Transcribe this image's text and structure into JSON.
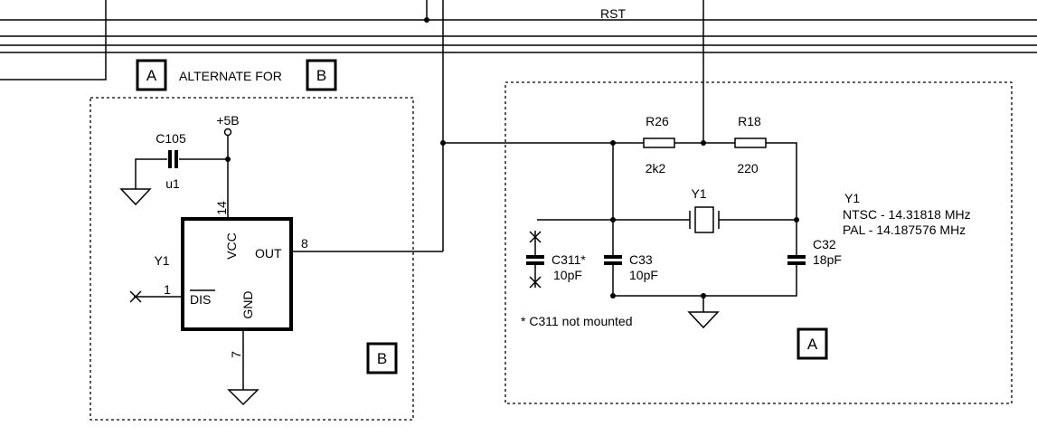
{
  "signals": {
    "rst": "RST"
  },
  "legend": {
    "box_a": "A",
    "text": "ALTERNATE FOR",
    "box_b": "B"
  },
  "option_b": {
    "supply": "+5B",
    "c105": {
      "ref": "C105",
      "value": "u1"
    },
    "ic": {
      "ref": "Y1",
      "pins": {
        "vcc": {
          "name": "VCC",
          "number": "14"
        },
        "out": {
          "name": "OUT",
          "number": "8"
        },
        "dis": {
          "name": "DIS",
          "number": "1"
        },
        "gnd": {
          "name": "GND",
          "number": "7"
        }
      }
    },
    "tag": "B"
  },
  "option_a": {
    "r26": {
      "ref": "R26",
      "value": "2k2"
    },
    "r18": {
      "ref": "R18",
      "value": "220"
    },
    "crystal": {
      "ref": "Y1"
    },
    "c311": {
      "ref": "C311*",
      "value": "10pF"
    },
    "c33": {
      "ref": "C33",
      "value": "10pF"
    },
    "c32": {
      "ref": "C32",
      "value": "18pF"
    },
    "footnote": "* C311 not mounted",
    "crystal_note": {
      "ref": "Y1",
      "ntsc": "NTSC - 14.31818 MHz",
      "pal": "PAL - 14.187576 MHz"
    },
    "tag": "A"
  }
}
